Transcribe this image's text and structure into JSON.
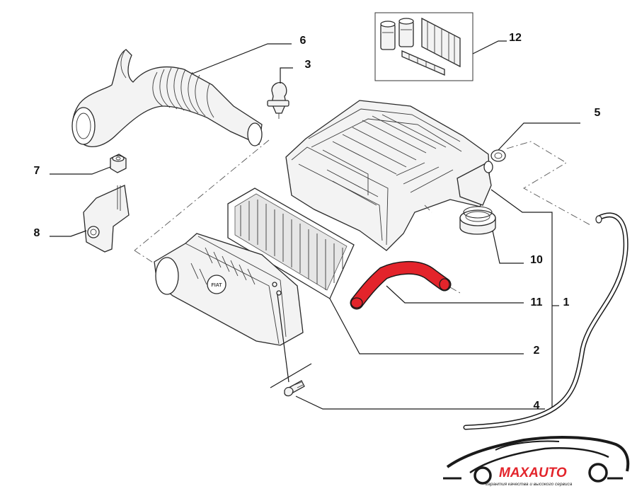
{
  "diagram": {
    "callouts": {
      "c1": "1",
      "c2": "2",
      "c3": "3",
      "c4": "4",
      "c5": "5",
      "c6": "6",
      "c7": "7",
      "c8": "8",
      "c10": "10",
      "c11": "11",
      "c12": "12"
    },
    "housing_emblem": "FIAT"
  },
  "logo": {
    "brand": "MAXAUTO",
    "slogan": "гарантия качества и высокого сервиса"
  },
  "colors": {
    "highlight_hose": "#e3242b",
    "line": "#1a1a1a"
  }
}
